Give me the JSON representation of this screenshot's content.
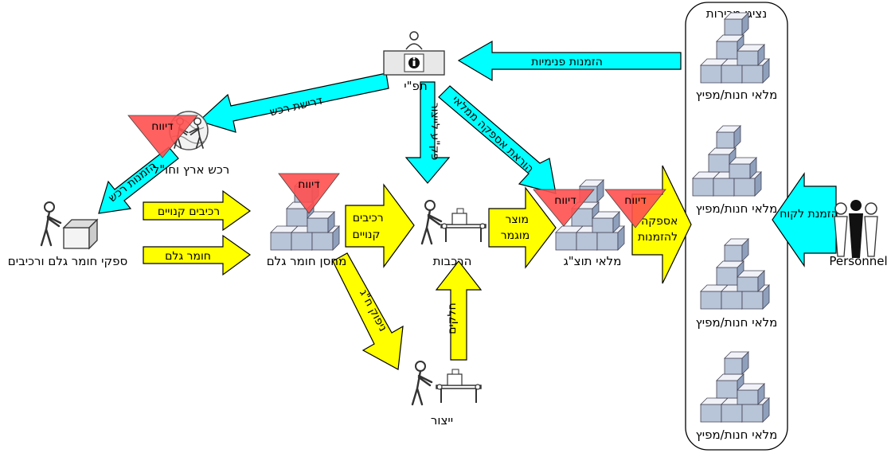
{
  "nodes": {
    "sales_reps": "נציגי מכירות",
    "ppc": "תפ\"י",
    "purchasing": "רכש ארץ וחו\"ל",
    "suppliers": "ספקי חומר גלם ורכיבים",
    "raw_warehouse": "מחסן חומר גלם",
    "assembly": "הרכבות",
    "production": "ייצור",
    "fg_inventory": "מלאי תוצ\"ג",
    "store_inventory": "מלאי חנות/מפיץ",
    "customer": "Personnel"
  },
  "flows": {
    "internal_orders": "הזמנות פנימיות",
    "purchase_request": "דרישת רכש",
    "production_order": "פק\"ע לייצור",
    "inventory_supply_order": "הוראת אספקה ממלאי",
    "purchase_order": "הזמנות רכש",
    "purchased_components": "רכיבים קנויים",
    "raw_material": "חומר גלם",
    "purchased_components_2": "רכיבים קנויים",
    "finished_product": "מוצר מוגמר",
    "order_supply": "אספקה להזמנות",
    "customer_order": "הזמנת לקוח",
    "raw_material_issue": "ניפוק ח\"ג",
    "parts": "חלקים"
  },
  "reporting_label": "דיווח",
  "icons": {
    "inventory": "stacked-boxes-icon",
    "person": "person-icon",
    "desk": "information-desk-icon",
    "globe": "globe-icon",
    "conveyor": "conveyor-worker-icon",
    "group": "people-group-icon"
  },
  "colors": {
    "material_flow": "#ffff00",
    "information_flow": "#00ffff",
    "reporting": "#ff5050"
  }
}
